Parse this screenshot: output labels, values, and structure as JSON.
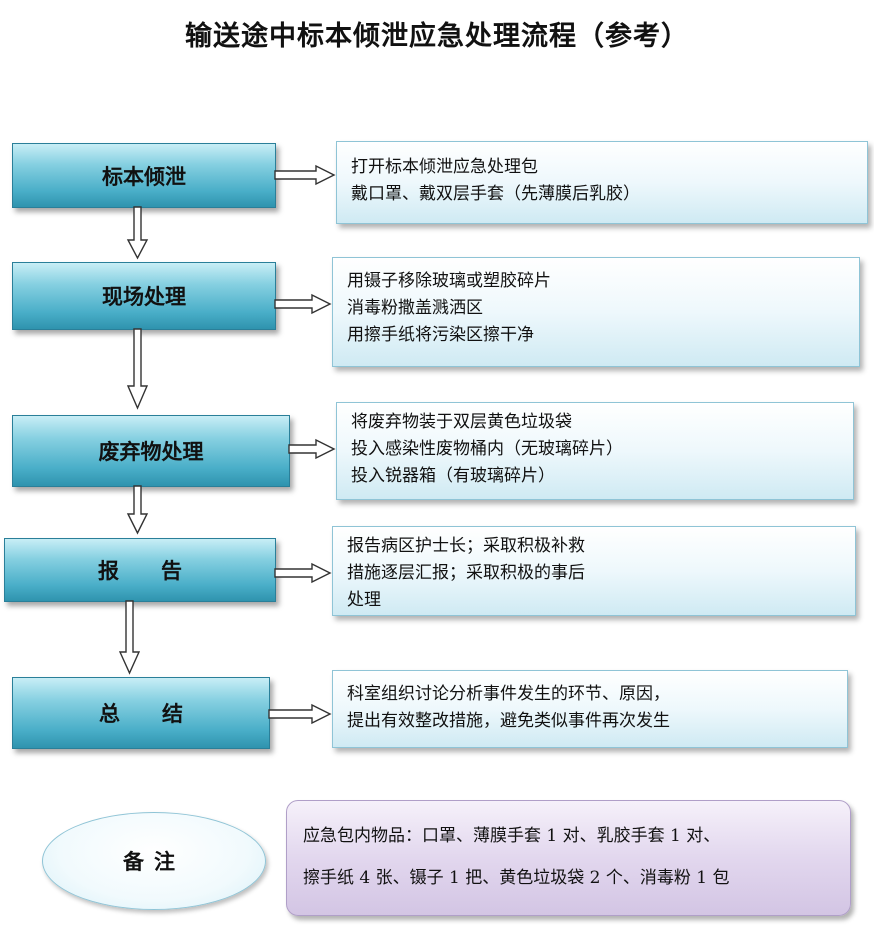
{
  "title": "输送途中标本倾泄应急处理流程（参考）",
  "steps": [
    {
      "label": "标本倾泄",
      "lines": [
        "打开标本倾泄应急处理包",
        "戴口罩、戴双层手套（先薄膜后乳胶）"
      ]
    },
    {
      "label": "现场处理",
      "lines": [
        "用镊子移除玻璃或塑胶碎片",
        "消毒粉撒盖溅洒区",
        "用擦手纸将污染区擦干净"
      ]
    },
    {
      "label": "废弃物处理",
      "lines": [
        "将废弃物装于双层黄色垃圾袋",
        "投入感染性废物桶内（无玻璃碎片）",
        "投入锐器箱（有玻璃碎片）"
      ]
    },
    {
      "label": "报　　告",
      "lines": [
        "报告病区护士长；采取积极补救",
        "措施逐层汇报；采取积极的事后",
        "处理"
      ]
    },
    {
      "label": "总　　结",
      "lines": [
        "科室组织讨论分析事件发生的环节、原因，",
        "提出有效整改措施，避免类似事件再次发生"
      ]
    }
  ],
  "note": {
    "label": "备注",
    "lines": [
      "应急包内物品：口罩、薄膜手套 1 对、乳胶手套 1 对、",
      "擦手纸 4 张、镊子 1 把、黄色垃圾袋 2 个、消毒粉 1 包"
    ]
  },
  "colors": {
    "step_fill": "#49aec8",
    "desc_fill": "#e6f5fa",
    "note_fill": "#e2d7ee"
  }
}
